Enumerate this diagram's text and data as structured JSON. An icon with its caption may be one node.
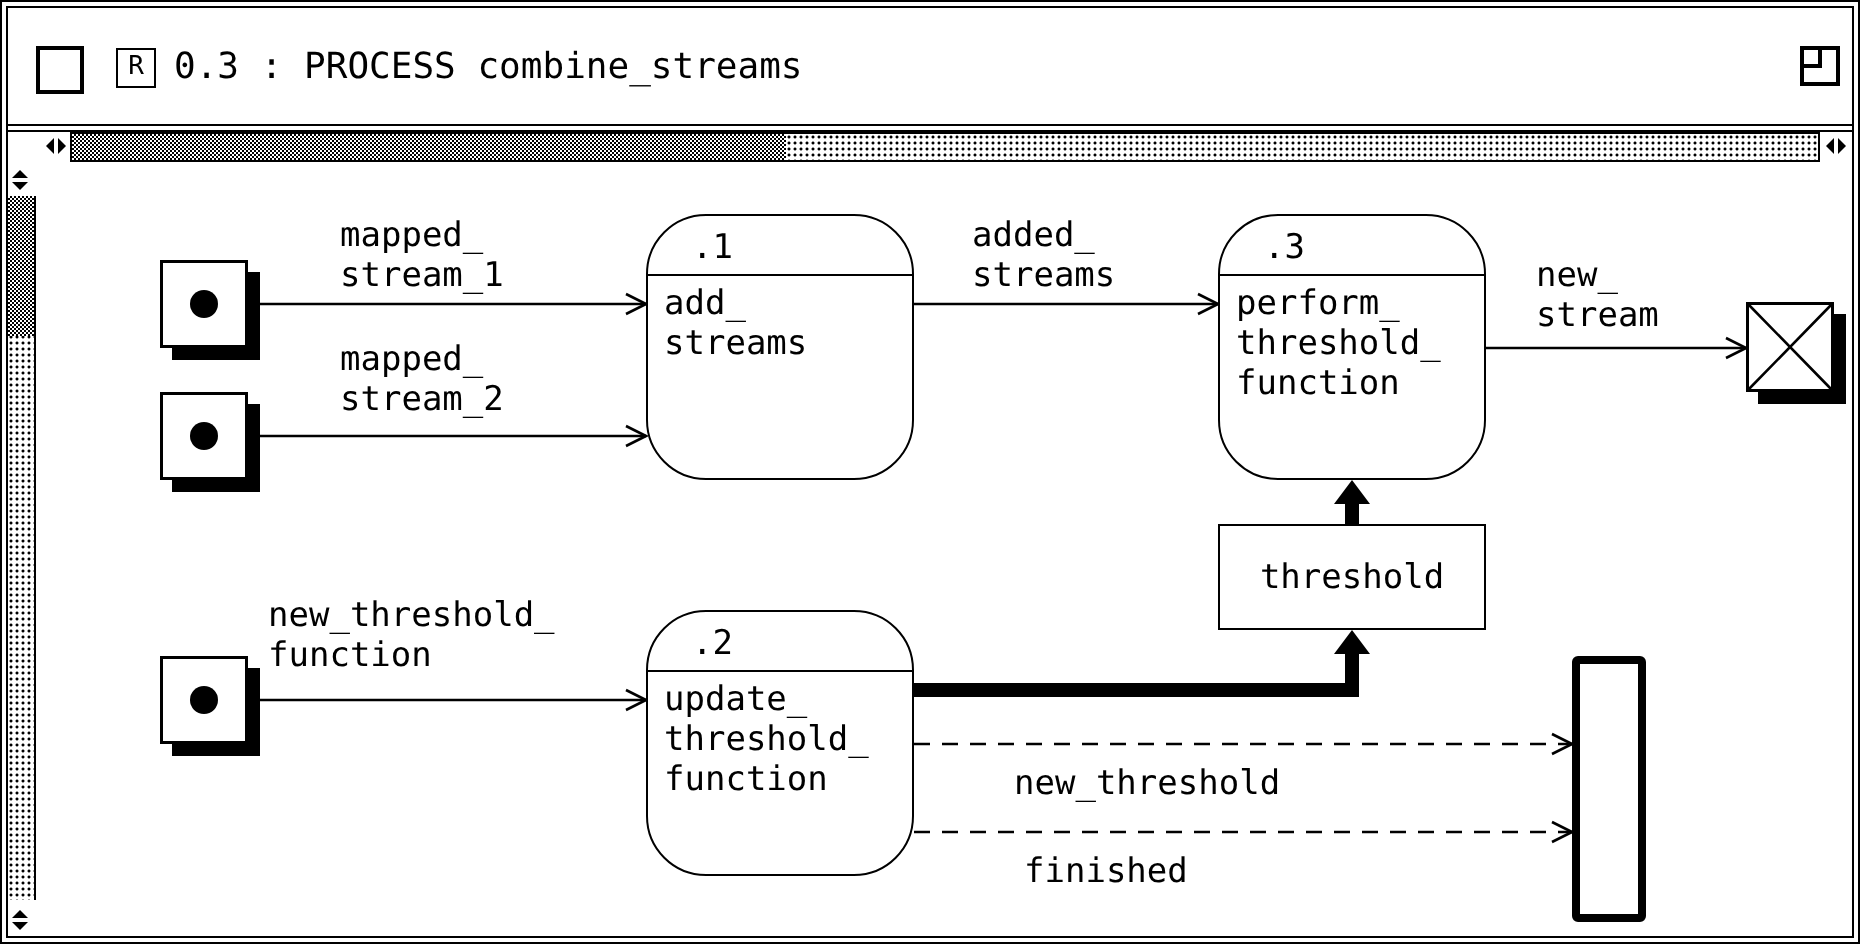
{
  "diagram": {
    "title": "0.3 : PROCESS combine_streams",
    "nodes": [
      {
        "text": [],
        "shape": "box"
      },
      {
        "text": [
          ".1",
          "add_ streams"
        ]
      },
      {
        "text": [
          ".3",
          "perform_ threshold_ function"
        ]
      },
      {
        "text": [],
        "shape": "box"
      },
      {
        "text": [],
        "shape": "box"
      },
      {
        "text": [
          "threshold"
        ]
      },
      {
        "text": [],
        "shape": "box"
      },
      {
        "text": [
          ".2",
          "update_ threshold_ function"
        ]
      },
      {
        "text": [],
        "shape": "bar"
      }
    ],
    "edges": [
      {
        "from": 0,
        "to": 1,
        "arrow": "to",
        "label": "mapped_ stream_1"
      },
      {
        "from": 4,
        "to": 1,
        "arrow": "to",
        "label": "mapped_ stream_2"
      },
      {
        "from": 1,
        "to": 2,
        "arrow": "to",
        "label": "added_ streams"
      },
      {
        "from": 2,
        "to": 3,
        "arrow": "to",
        "label": "new_ stream"
      },
      {
        "from": 6,
        "to": 7,
        "arrow": "to",
        "label": "new_threshold_ function"
      },
      {
        "from": 7,
        "to": 5,
        "arrow": "to",
        "style": "thick"
      },
      {
        "from": 5,
        "to": 2,
        "arrow": "to",
        "style": "thick"
      },
      {
        "from": 7,
        "to": 8,
        "arrow": "to",
        "style": "dashed",
        "label": "new_threshold"
      },
      {
        "from": 7,
        "to": 8,
        "arrow": "to",
        "style": "dashed",
        "label": "finished"
      }
    ],
    "labels": [
      "R"
    ]
  }
}
